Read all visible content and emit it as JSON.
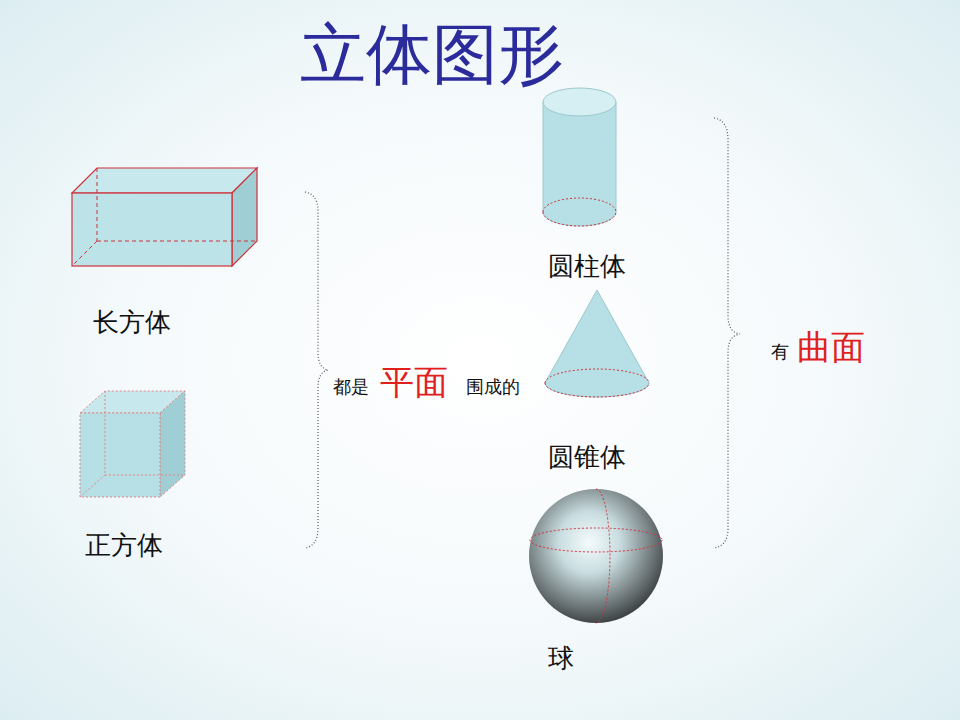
{
  "diagram": {
    "title": "立体图形",
    "labels": [
      "长方体",
      "正方体",
      "都是",
      "平面",
      "围成的",
      "圆柱体",
      "圆锥体",
      "球",
      "有",
      "曲面"
    ]
  }
}
